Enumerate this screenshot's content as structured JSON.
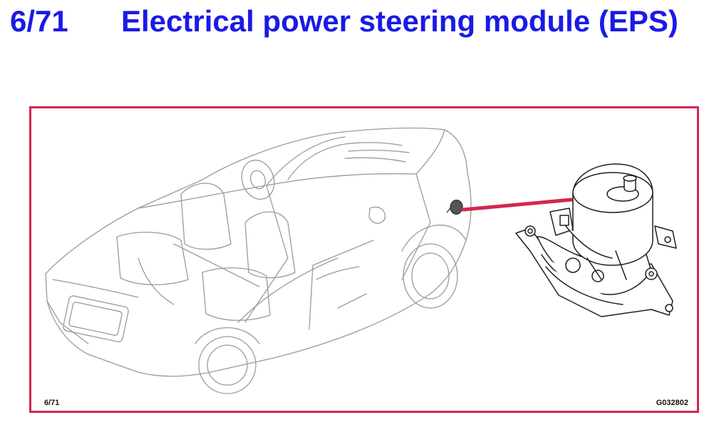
{
  "header": {
    "page_number": "6/71",
    "title": "Electrical power steering module (EPS)",
    "color": "#1a1ae6"
  },
  "figure": {
    "frame_color": "#d4264f",
    "ref_left": "6/71",
    "ref_right": "G032802",
    "icons": [
      "car-outline-illustration",
      "eps-module-illustration",
      "leader-line"
    ]
  }
}
